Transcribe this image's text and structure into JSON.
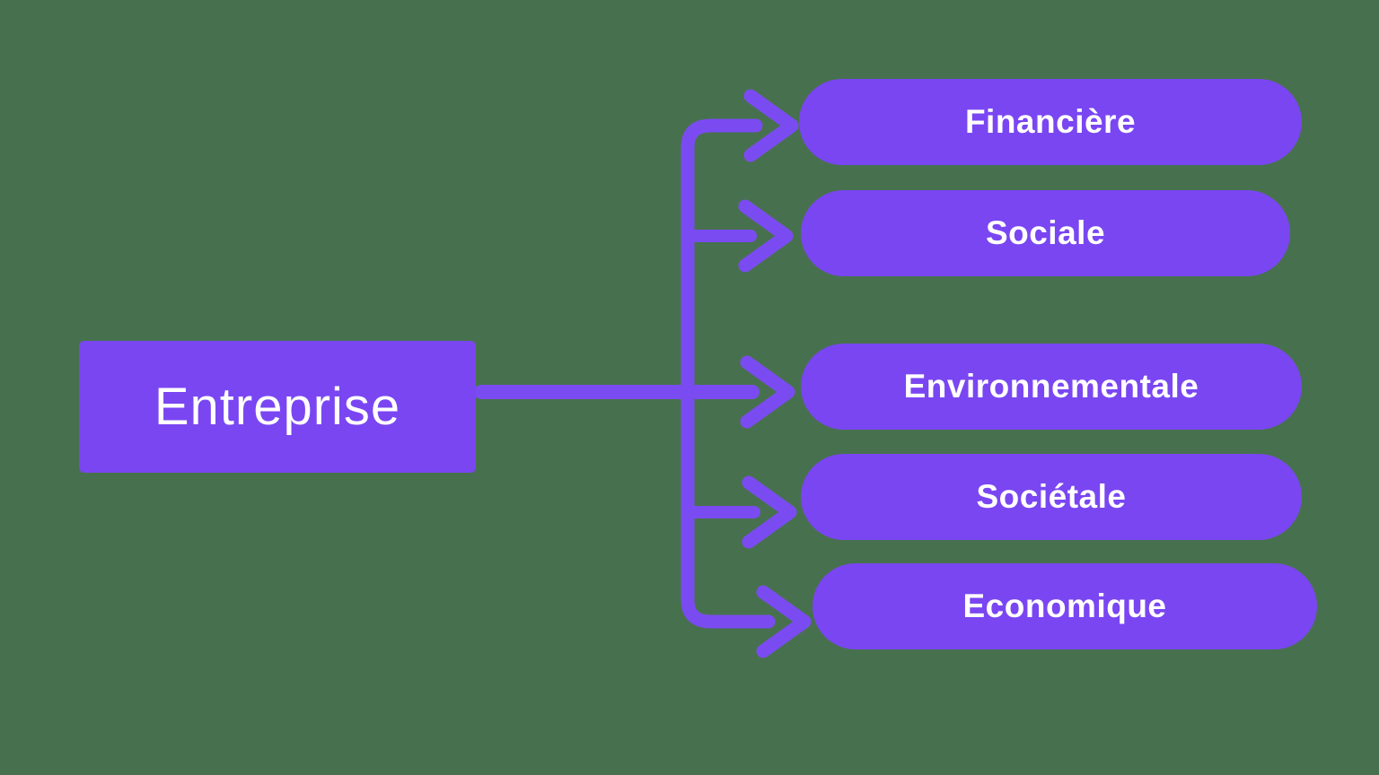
{
  "colors": {
    "background": "#47714E",
    "node_fill": "#7A46F2",
    "arrow": "#7B4BF2",
    "text": "#FFFFFF"
  },
  "diagram": {
    "type": "mind-map",
    "root": {
      "label": "Entreprise"
    },
    "children": [
      {
        "label": "Financière"
      },
      {
        "label": "Sociale"
      },
      {
        "label": "Environnementale"
      },
      {
        "label": "Sociétale"
      },
      {
        "label": "Economique"
      }
    ],
    "connections": [
      {
        "from": "Entreprise",
        "to": "Financière"
      },
      {
        "from": "Entreprise",
        "to": "Sociale"
      },
      {
        "from": "Entreprise",
        "to": "Environnementale"
      },
      {
        "from": "Entreprise",
        "to": "Sociétale"
      },
      {
        "from": "Entreprise",
        "to": "Economique"
      }
    ]
  }
}
